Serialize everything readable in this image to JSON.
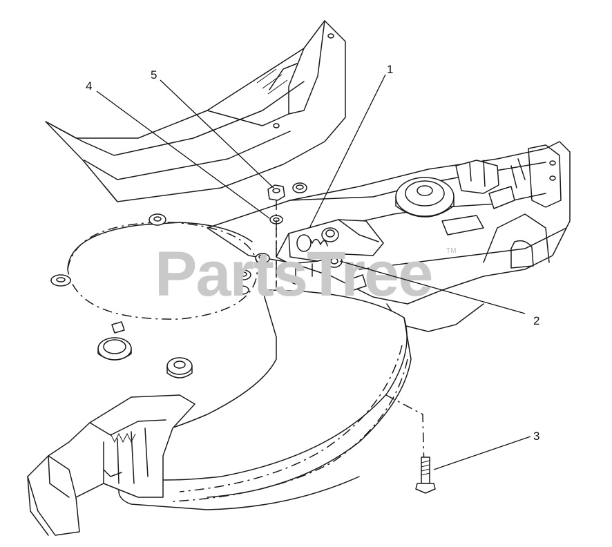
{
  "watermark": "PartsTree",
  "trademark": "TM",
  "callouts": [
    {
      "id": "1",
      "label": "1"
    },
    {
      "id": "2",
      "label": "2"
    },
    {
      "id": "3",
      "label": "3"
    },
    {
      "id": "4",
      "label": "4"
    },
    {
      "id": "5",
      "label": "5"
    }
  ]
}
